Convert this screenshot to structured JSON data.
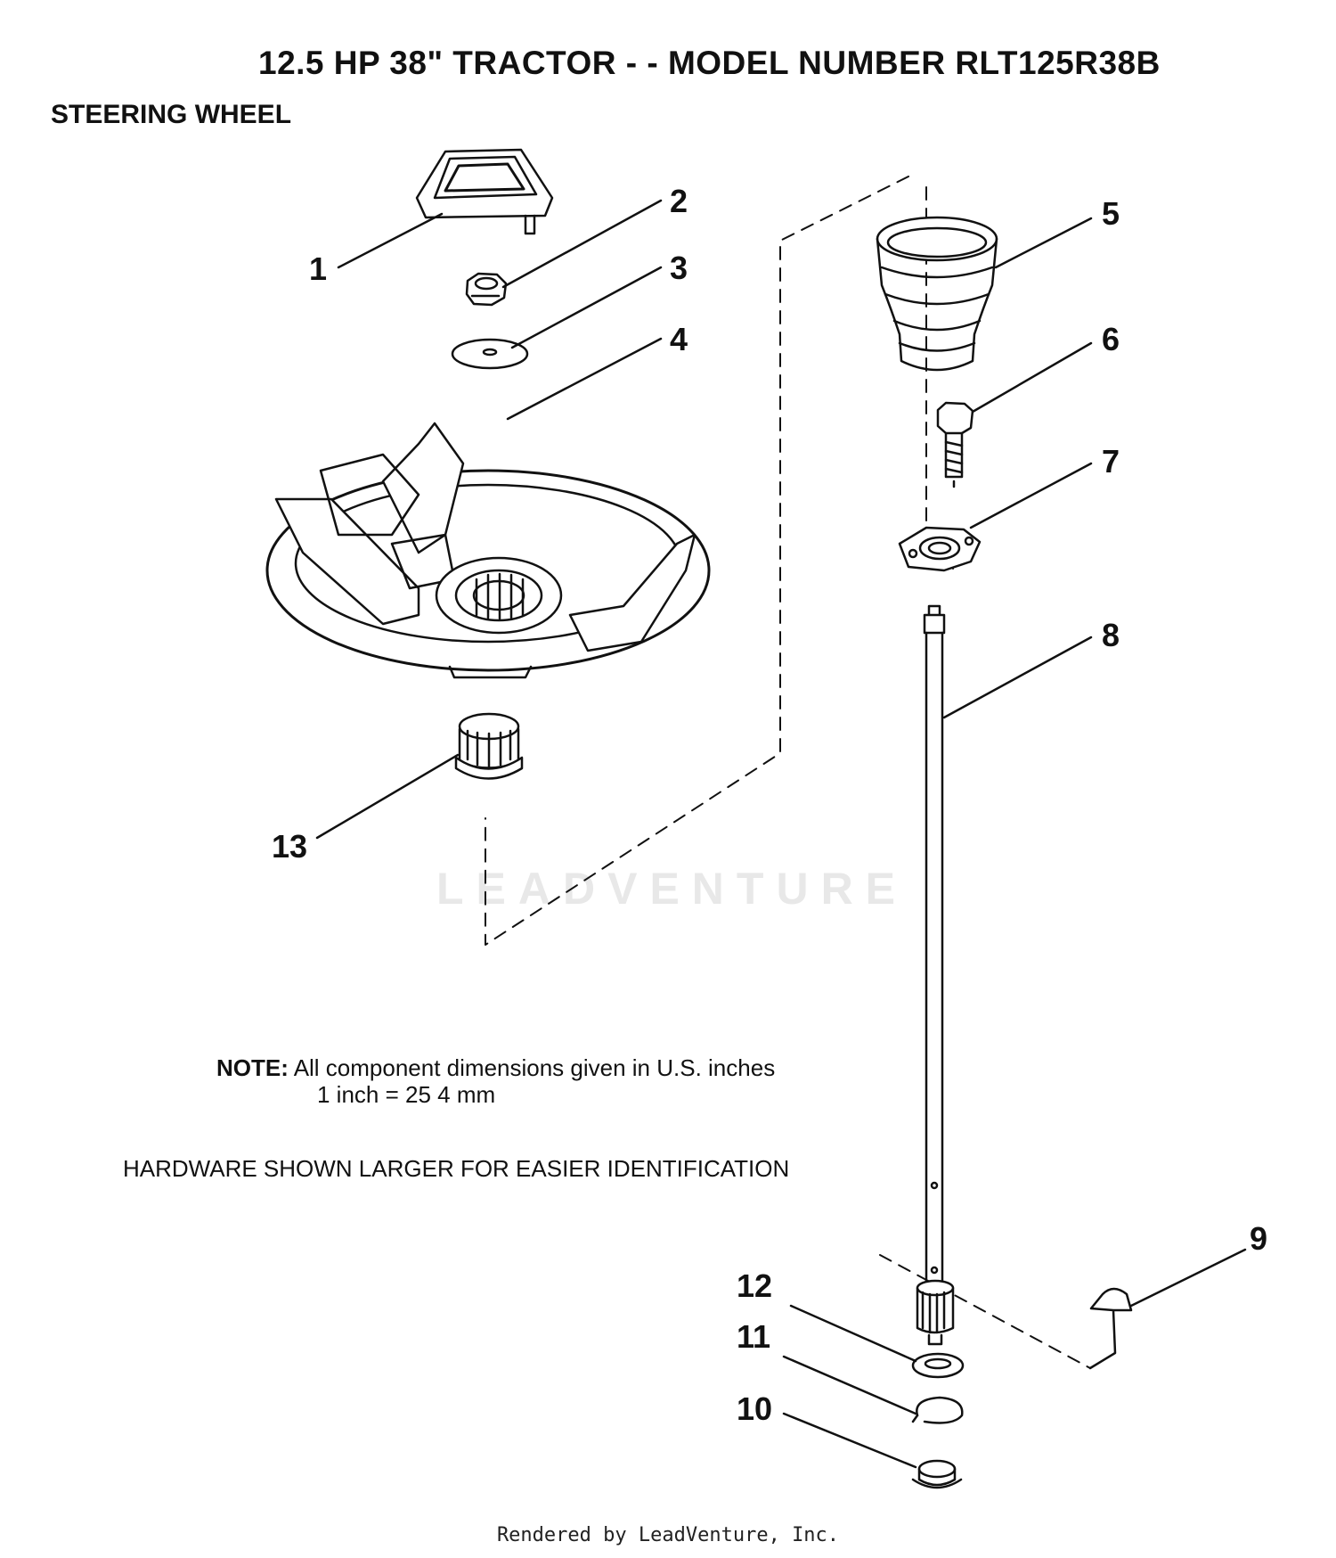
{
  "header": {
    "title": "12.5 HP 38\" TRACTOR - - MODEL NUMBER RLT125R38B",
    "subtitle": "STEERING WHEEL"
  },
  "parts": [
    {
      "number": "1"
    },
    {
      "number": "2"
    },
    {
      "number": "3"
    },
    {
      "number": "4"
    },
    {
      "number": "5"
    },
    {
      "number": "6"
    },
    {
      "number": "7"
    },
    {
      "number": "8"
    },
    {
      "number": "9"
    },
    {
      "number": "10"
    },
    {
      "number": "11"
    },
    {
      "number": "12"
    },
    {
      "number": "13"
    }
  ],
  "note": {
    "label": "NOTE:",
    "line1": "All component dimensions given in U.S. inches",
    "line2": "1 inch = 25 4 mm"
  },
  "hardware_note": "HARDWARE SHOWN LARGER FOR EASIER IDENTIFICATION",
  "watermark": "LEADVENTURE",
  "footer": "Rendered by LeadVenture, Inc."
}
